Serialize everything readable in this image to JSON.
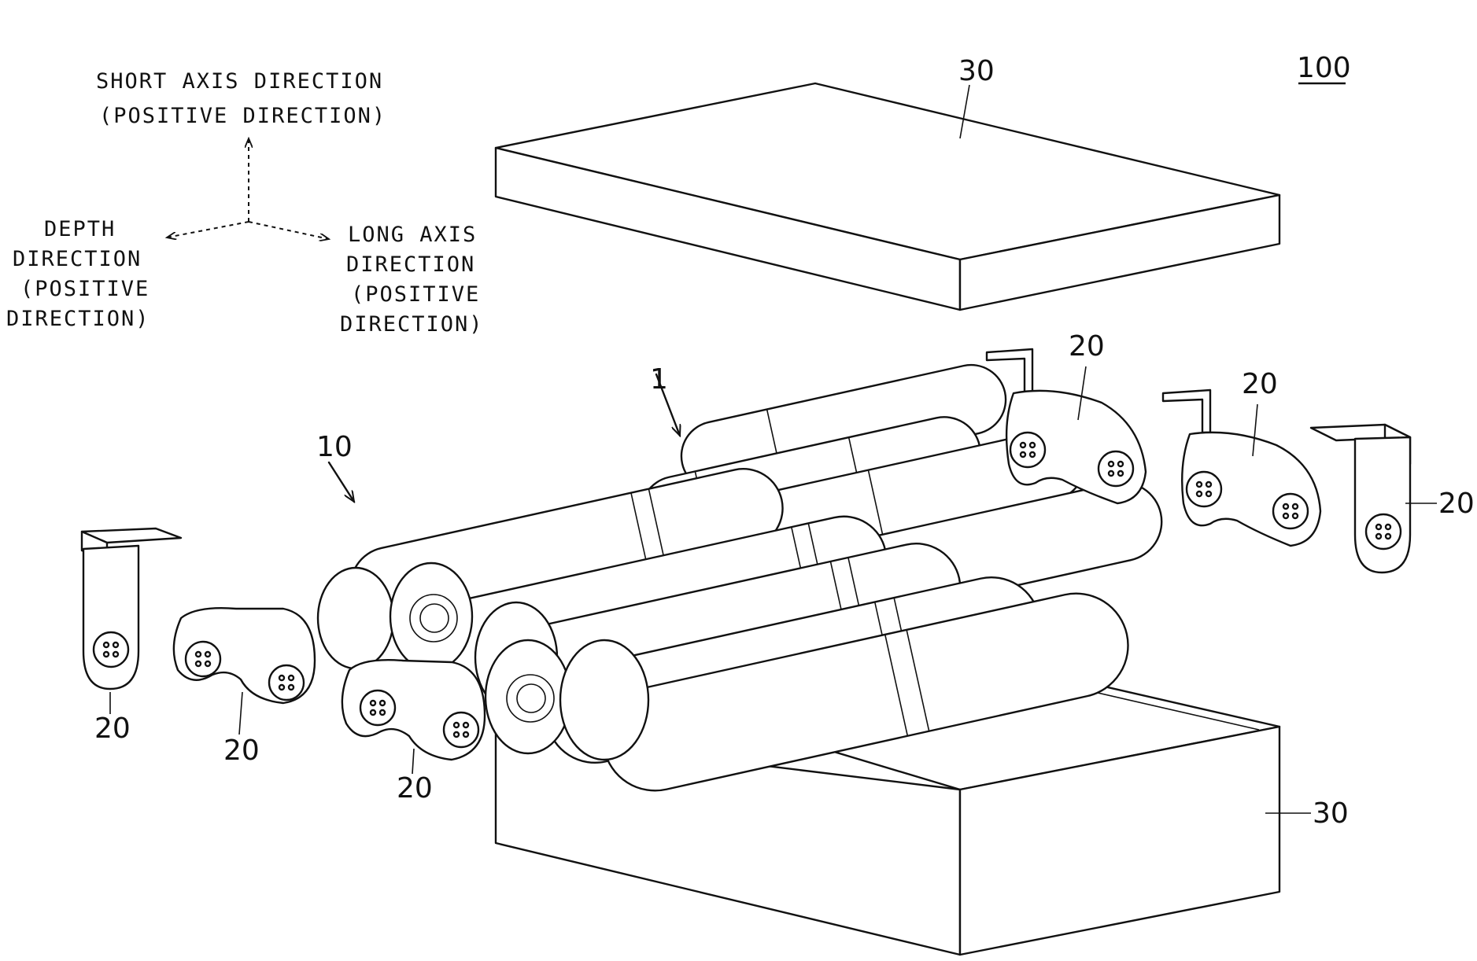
{
  "figure_number": "100",
  "axes": {
    "short_axis": [
      "SHORT AXIS DIRECTION",
      "(POSITIVE DIRECTION)"
    ],
    "depth": [
      "DEPTH",
      "DIRECTION",
      "(POSITIVE",
      "DIRECTION)"
    ],
    "long_axis": [
      "LONG AXIS",
      "DIRECTION",
      "(POSITIVE",
      "DIRECTION)"
    ]
  },
  "refs": {
    "cell": "1",
    "cell_group": "10",
    "plate": "20",
    "case": "30"
  }
}
